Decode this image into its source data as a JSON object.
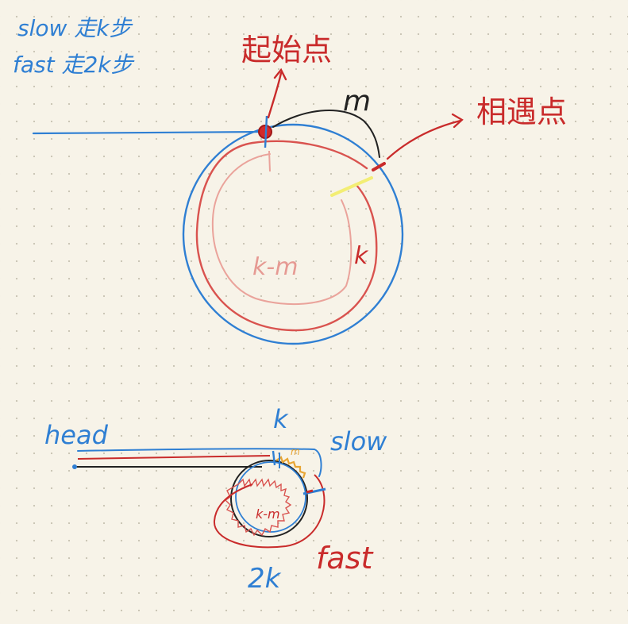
{
  "legend": {
    "slow": "slow 走k步",
    "fast": "fast 走2k步"
  },
  "top_diagram": {
    "start_point_label": "起始点",
    "meeting_point_label": "相遇点",
    "m_label": "m",
    "k_label": "k",
    "k_minus_m_label": "k-m"
  },
  "bottom_diagram": {
    "head_label": "head",
    "k_label": "k",
    "slow_label": "slow",
    "m_label": "m",
    "k_minus_m_label": "k-m",
    "fast_label": "fast",
    "two_k_label": "2k"
  },
  "colors": {
    "blue": "#2f7fd3",
    "red": "#c92b2b",
    "pink": "#e69a93",
    "yellow": "#f3ee74",
    "orange": "#e8a533",
    "dark": "#222222",
    "background": "#f7f3e8"
  }
}
